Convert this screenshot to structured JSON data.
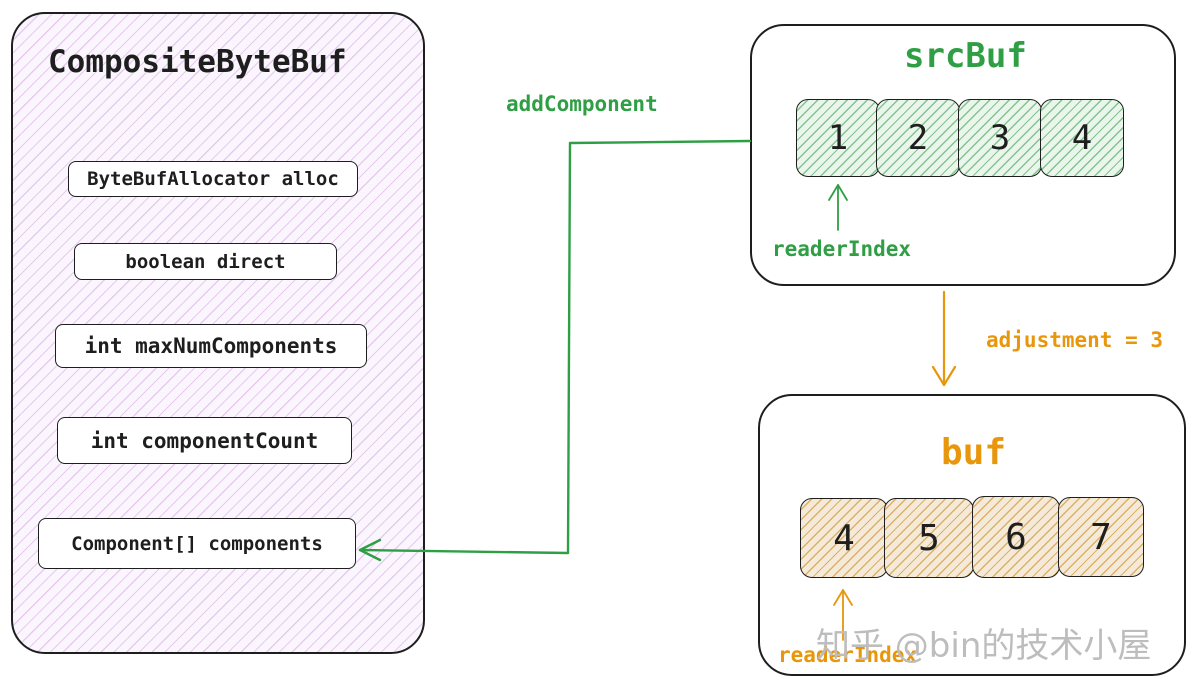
{
  "colors": {
    "green": "#2f9e44",
    "orange": "#e8960c",
    "stroke": "#1e1e1e"
  },
  "composite": {
    "title": "CompositeByteBuf",
    "fields": [
      "ByteBufAllocator alloc",
      "boolean direct",
      "int maxNumComponents",
      "int componentCount",
      "Component[] components"
    ]
  },
  "arrow_label": "addComponent",
  "src": {
    "title": "srcBuf",
    "cells": [
      "1",
      "2",
      "3",
      "4"
    ],
    "reader_index_label": "readerIndex"
  },
  "adjustment_label": "adjustment = 3",
  "buf": {
    "title": "buf",
    "cells": [
      "4",
      "5",
      "6",
      "7"
    ],
    "reader_index_label": "readerIndex"
  },
  "watermark": "知乎 @bin的技术小屋"
}
